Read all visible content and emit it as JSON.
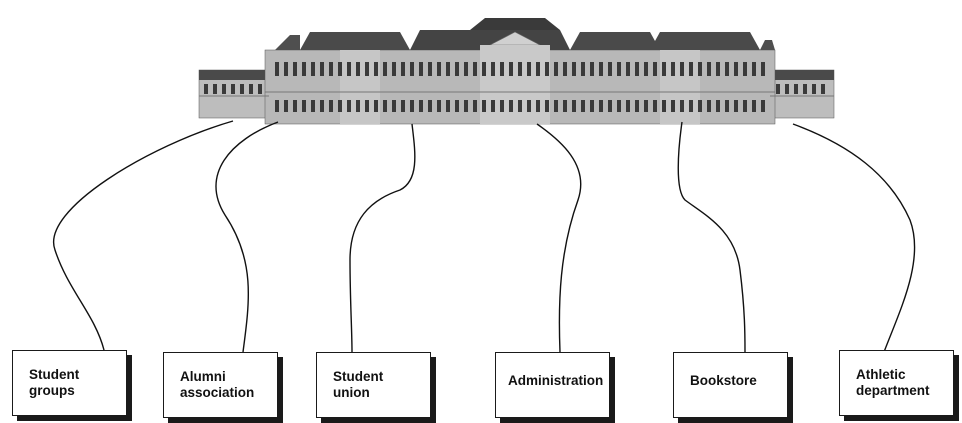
{
  "diagram": {
    "boxes": [
      {
        "id": "student-groups",
        "label": "Student\ngroups"
      },
      {
        "id": "alumni-association",
        "label": "Alumni\nassociation"
      },
      {
        "id": "student-union",
        "label": "Student\nunion"
      },
      {
        "id": "administration",
        "label": "Administration"
      },
      {
        "id": "bookstore",
        "label": "Bookstore"
      },
      {
        "id": "athletic-department",
        "label": "Athletic\ndepartment"
      }
    ],
    "colors": {
      "building_wall": "#b5b5b5",
      "building_roof": "#4a4a4a",
      "windows": "#3a3a3a",
      "connector": "#111111",
      "box_shadow": "#1a1a1a"
    }
  }
}
